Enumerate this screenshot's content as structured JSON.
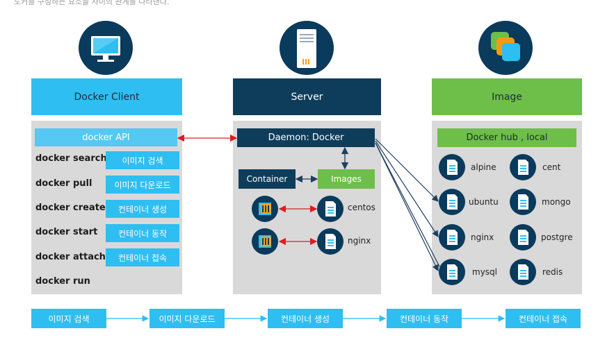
{
  "top_text": "도커를 구성하는 요소들 사이의 관계를 나타낸다.",
  "client": {
    "title": "Docker Client",
    "api_label": "docker API",
    "commands": [
      {
        "cmd": "docker search",
        "desc": "이미지 검색"
      },
      {
        "cmd": "docker pull",
        "desc": "이미지 다운로드"
      },
      {
        "cmd": "docker create",
        "desc": "컨테이너 생성"
      },
      {
        "cmd": "docker start",
        "desc": "컨테이너 동작"
      },
      {
        "cmd": "docker attach",
        "desc": "컨테이너 접속"
      },
      {
        "cmd": "docker run",
        "desc": ""
      }
    ]
  },
  "server": {
    "title": "Server",
    "daemon_label": "Daemon: Docker",
    "container_label": "Container",
    "images_label": "Images",
    "images": [
      "centos",
      "nginx"
    ]
  },
  "image": {
    "title": "Image",
    "hub_label": "Docker hub , local",
    "items": [
      "alpine",
      "cent",
      "ubuntu",
      "mongo",
      "nginx",
      "postgre",
      "mysql",
      "redis"
    ]
  },
  "flow": [
    "이미지 검색",
    "이미지 다운로드",
    "컨테이너 생성",
    "컨테이너 동작",
    "컨테이너 접속"
  ],
  "colors": {
    "client": "#2fbef1",
    "server": "#0e3d5c",
    "image": "#6ebe4a",
    "arrow_red": "#e11b22",
    "arrow_navy": "#1f3f60"
  }
}
